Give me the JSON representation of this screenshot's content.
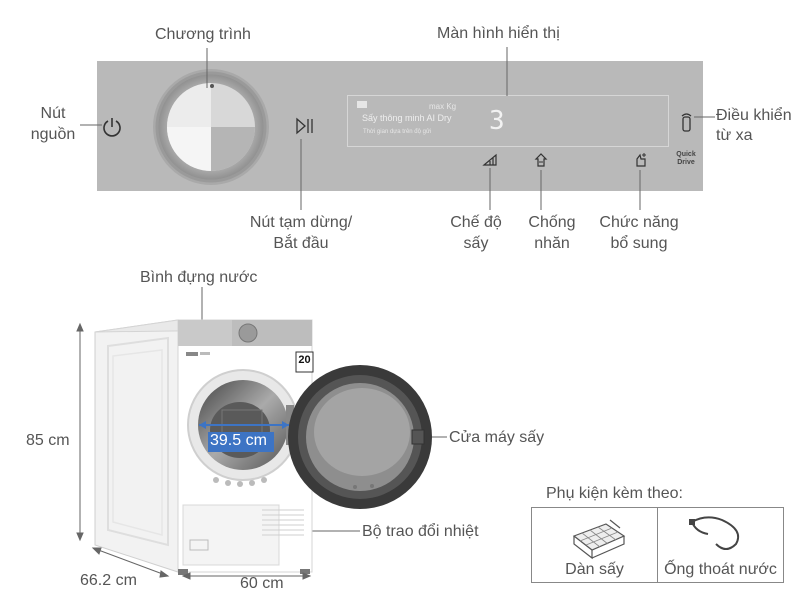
{
  "control_panel": {
    "labels": {
      "program": "Chương trình",
      "display_screen": "Màn hình hiển thị",
      "power_line1": "Nút",
      "power_line2": "nguồn",
      "remote_line1": "Điều khiển",
      "remote_line2": "từ xa",
      "pause_line1": "Nút tạm dừng/",
      "pause_line2": "Bắt đầu",
      "dry_level_line1": "Chế độ",
      "dry_level_line2": "sấy",
      "anti_wrinkle_line1": "Chống",
      "anti_wrinkle_line2": "nhăn",
      "extra_line1": "Chức năng",
      "extra_line2": "bổ sung"
    },
    "display": {
      "max_kg": "max Kg",
      "main_text": "Sấy thông minh AI Dry",
      "sub_text": "Thời gian dựa trên độ gửi",
      "digit": "3"
    },
    "quick_drive": "Quick Drive"
  },
  "dryer": {
    "labels": {
      "water_tank": "Bình đựng nước",
      "door": "Cửa máy sấy",
      "heat_exchanger": "Bộ trao đổi nhiệt"
    },
    "badge": "20",
    "dimensions": {
      "height": "85 cm",
      "depth": "66.2 cm",
      "width": "60 cm",
      "door_diameter": "39.5 cm"
    }
  },
  "accessories": {
    "title": "Phụ kiện kèm theo:",
    "items": [
      {
        "label": "Dàn sấy",
        "icon": "drying-rack-icon"
      },
      {
        "label": "Ống thoát nước",
        "icon": "drain-hose-icon"
      }
    ]
  },
  "colors": {
    "panel": "#b9b9b9",
    "text": "#555555",
    "dimension_box": "#3d74c4",
    "door_dark": "#3a3a3a"
  }
}
